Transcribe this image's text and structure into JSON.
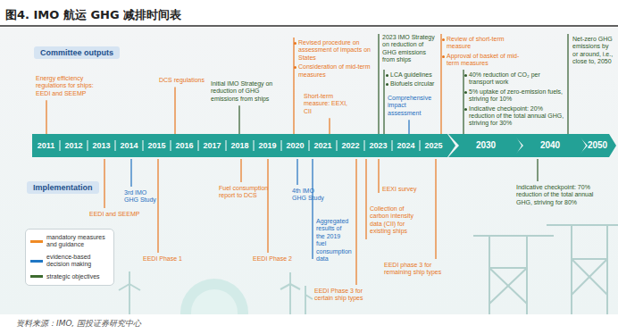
{
  "diagram": {
    "title": "图4. IMO 航运 GHG 减排时间表",
    "caption": "资料来源：IMO, 国投证券研究中心",
    "nodes": [
      {
        "text": [
          "Committee outputs"
        ]
      },
      {
        "text": [
          "Implementation"
        ]
      },
      {
        "text": [
          "2011",
          "2012",
          "2013",
          "2014",
          "2015",
          "2016",
          "2017",
          "2018",
          "2019",
          "2020",
          "2021",
          "2022",
          "2023",
          "2024",
          "2025"
        ]
      },
      {
        "text": [
          "2030"
        ]
      },
      {
        "text": [
          "2040"
        ]
      },
      {
        "text": [
          "2050"
        ]
      }
    ],
    "labels": [
      "Energy efficiency regulations for ships: EEDI and SEEMP",
      "DCS regulations",
      "Initial IMO Strategy on reduction of GHG emissions from ships",
      "Short-term measure: EEXI, CII",
      "Revised procedure on assessment of impacts on States",
      "Consideration of mid-term measures",
      "2023 IMO Strategy on reduction of GHG emissions from ships",
      "LCA guidelines",
      "Biofuels circular",
      "Comprehensive impact assessment",
      "Review of short-term measure",
      "Approval of basket of mid-term measures",
      "40% reduction of CO₂ per transport work",
      "5% uptake of zero-emission fuels, striving for 10%",
      "Indicative checkpoint: 20% reduction of the total annual GHG, striving for 30%",
      "Net-zero GHG emissions by or around, i.e., close to, 2050",
      "EEDI and SEEMP",
      "3rd IMO GHG Study",
      "EEDI Phase 1",
      "Fuel consumption report to DCS",
      "EEDI Phase 2",
      "4th IMO GHG Study",
      "Aggregated results of the 2019 fuel consumption data",
      "EEDI Phase 3 for certain ship types",
      "EEXI survey",
      "Collection of carbon intensity data (CII) for existing ships",
      "EEDI phase 3 for remaining ship types",
      "Indicative checkpoint: 70% reduction of the total annual GHG, striving for 80%"
    ],
    "legend": [
      {
        "text": "mandatory measures and guidance",
        "color": "#f08a24"
      },
      {
        "text": "evidence-based decision making",
        "color": "#1f77c4"
      },
      {
        "text": "strategic objectives",
        "color": "#3d6b2f"
      }
    ]
  }
}
